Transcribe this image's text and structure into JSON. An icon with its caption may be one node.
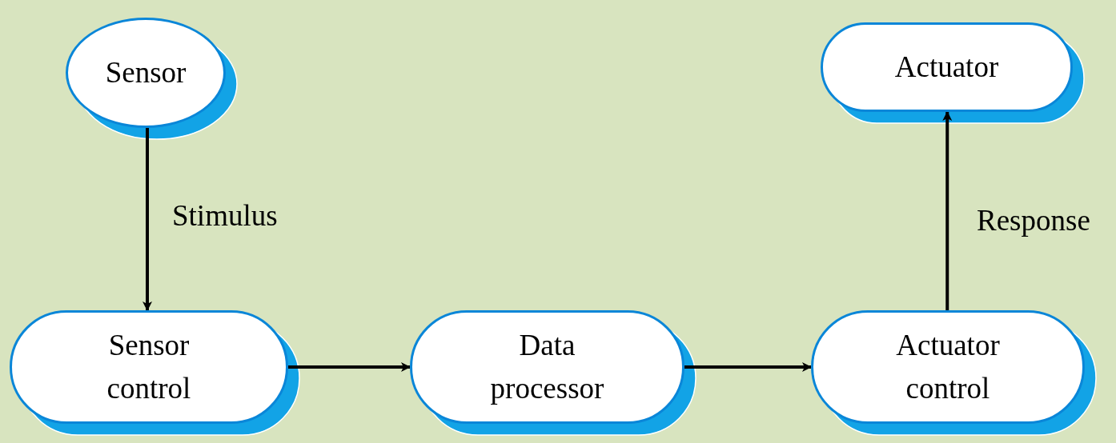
{
  "diagram": {
    "nodes": [
      {
        "text": [
          "Sensor"
        ]
      },
      {
        "text": [
          "Sensor control"
        ]
      },
      {
        "text": [
          "Data processor"
        ]
      },
      {
        "text": [
          "Actuator control"
        ]
      },
      {
        "text": [
          "Actuator"
        ]
      }
    ],
    "edges": [
      {
        "from": 0,
        "to": 1,
        "arrow": "to",
        "label": "Stimulus"
      },
      {
        "from": 1,
        "to": 2,
        "arrow": "to"
      },
      {
        "from": 2,
        "to": 3,
        "arrow": "to"
      },
      {
        "from": 3,
        "to": 4,
        "arrow": "to",
        "label": "Response"
      }
    ]
  }
}
